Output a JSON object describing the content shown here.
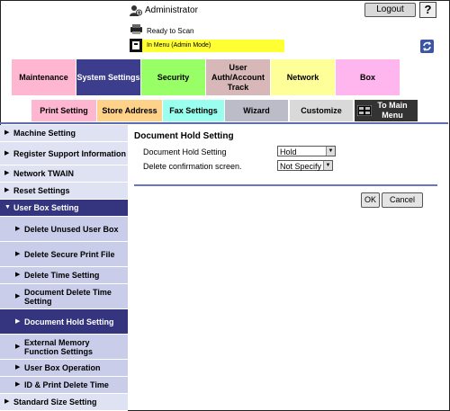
{
  "header": {
    "user_label": "Administrator",
    "logout_label": "Logout",
    "help_label": "?",
    "status_text": "Ready to Scan",
    "mode_text": "In Menu (Admin Mode)"
  },
  "tabs_top": [
    {
      "label": "Maintenance",
      "color": "#ffb6d0"
    },
    {
      "label": "System Settings",
      "color": "#3d3d8e"
    },
    {
      "label": "Security",
      "color": "#99ff66"
    },
    {
      "label": "User Auth/Account Track",
      "color": "#d7b7b7"
    },
    {
      "label": "Network",
      "color": "#ffff99"
    },
    {
      "label": "Box",
      "color": "#ffb6ee"
    }
  ],
  "tabs_bottom": [
    {
      "label": "Print Setting",
      "color": "#ffb6d0"
    },
    {
      "label": "Store Address",
      "color": "#ffd28a"
    },
    {
      "label": "Fax Settings",
      "color": "#99ffee"
    },
    {
      "label": "Wizard",
      "color": "#bcbcc8"
    },
    {
      "label": "Customize",
      "color": "#d9d9d9"
    },
    {
      "label": "To Main Menu",
      "color": "#333333"
    }
  ],
  "sidebar": {
    "items": [
      {
        "label": "Machine Setting"
      },
      {
        "label": "Register Support Information"
      },
      {
        "label": "Network TWAIN"
      },
      {
        "label": "Reset Settings"
      },
      {
        "label": "User Box Setting"
      },
      {
        "label": "Delete Unused User Box"
      },
      {
        "label": "Delete Secure Print File"
      },
      {
        "label": "Delete Time Setting"
      },
      {
        "label": "Document Delete Time Setting"
      },
      {
        "label": "Document Hold Setting"
      },
      {
        "label": "External Memory Function Settings"
      },
      {
        "label": "User Box Operation"
      },
      {
        "label": "ID & Print Delete Time"
      },
      {
        "label": "Standard Size Setting"
      }
    ]
  },
  "main": {
    "title": "Document Hold Setting",
    "fields": [
      {
        "label": "Document Hold Setting",
        "value": "Hold"
      },
      {
        "label": "Delete confirmation screen.",
        "value": "Not Specify"
      }
    ],
    "ok_label": "OK",
    "cancel_label": "Cancel"
  },
  "colors": {
    "accent": "#35357f",
    "sidebar_bg": "#dfe2f2",
    "sidebar_sub_bg": "#c9cde9",
    "mode_bar": "#ffff33"
  }
}
